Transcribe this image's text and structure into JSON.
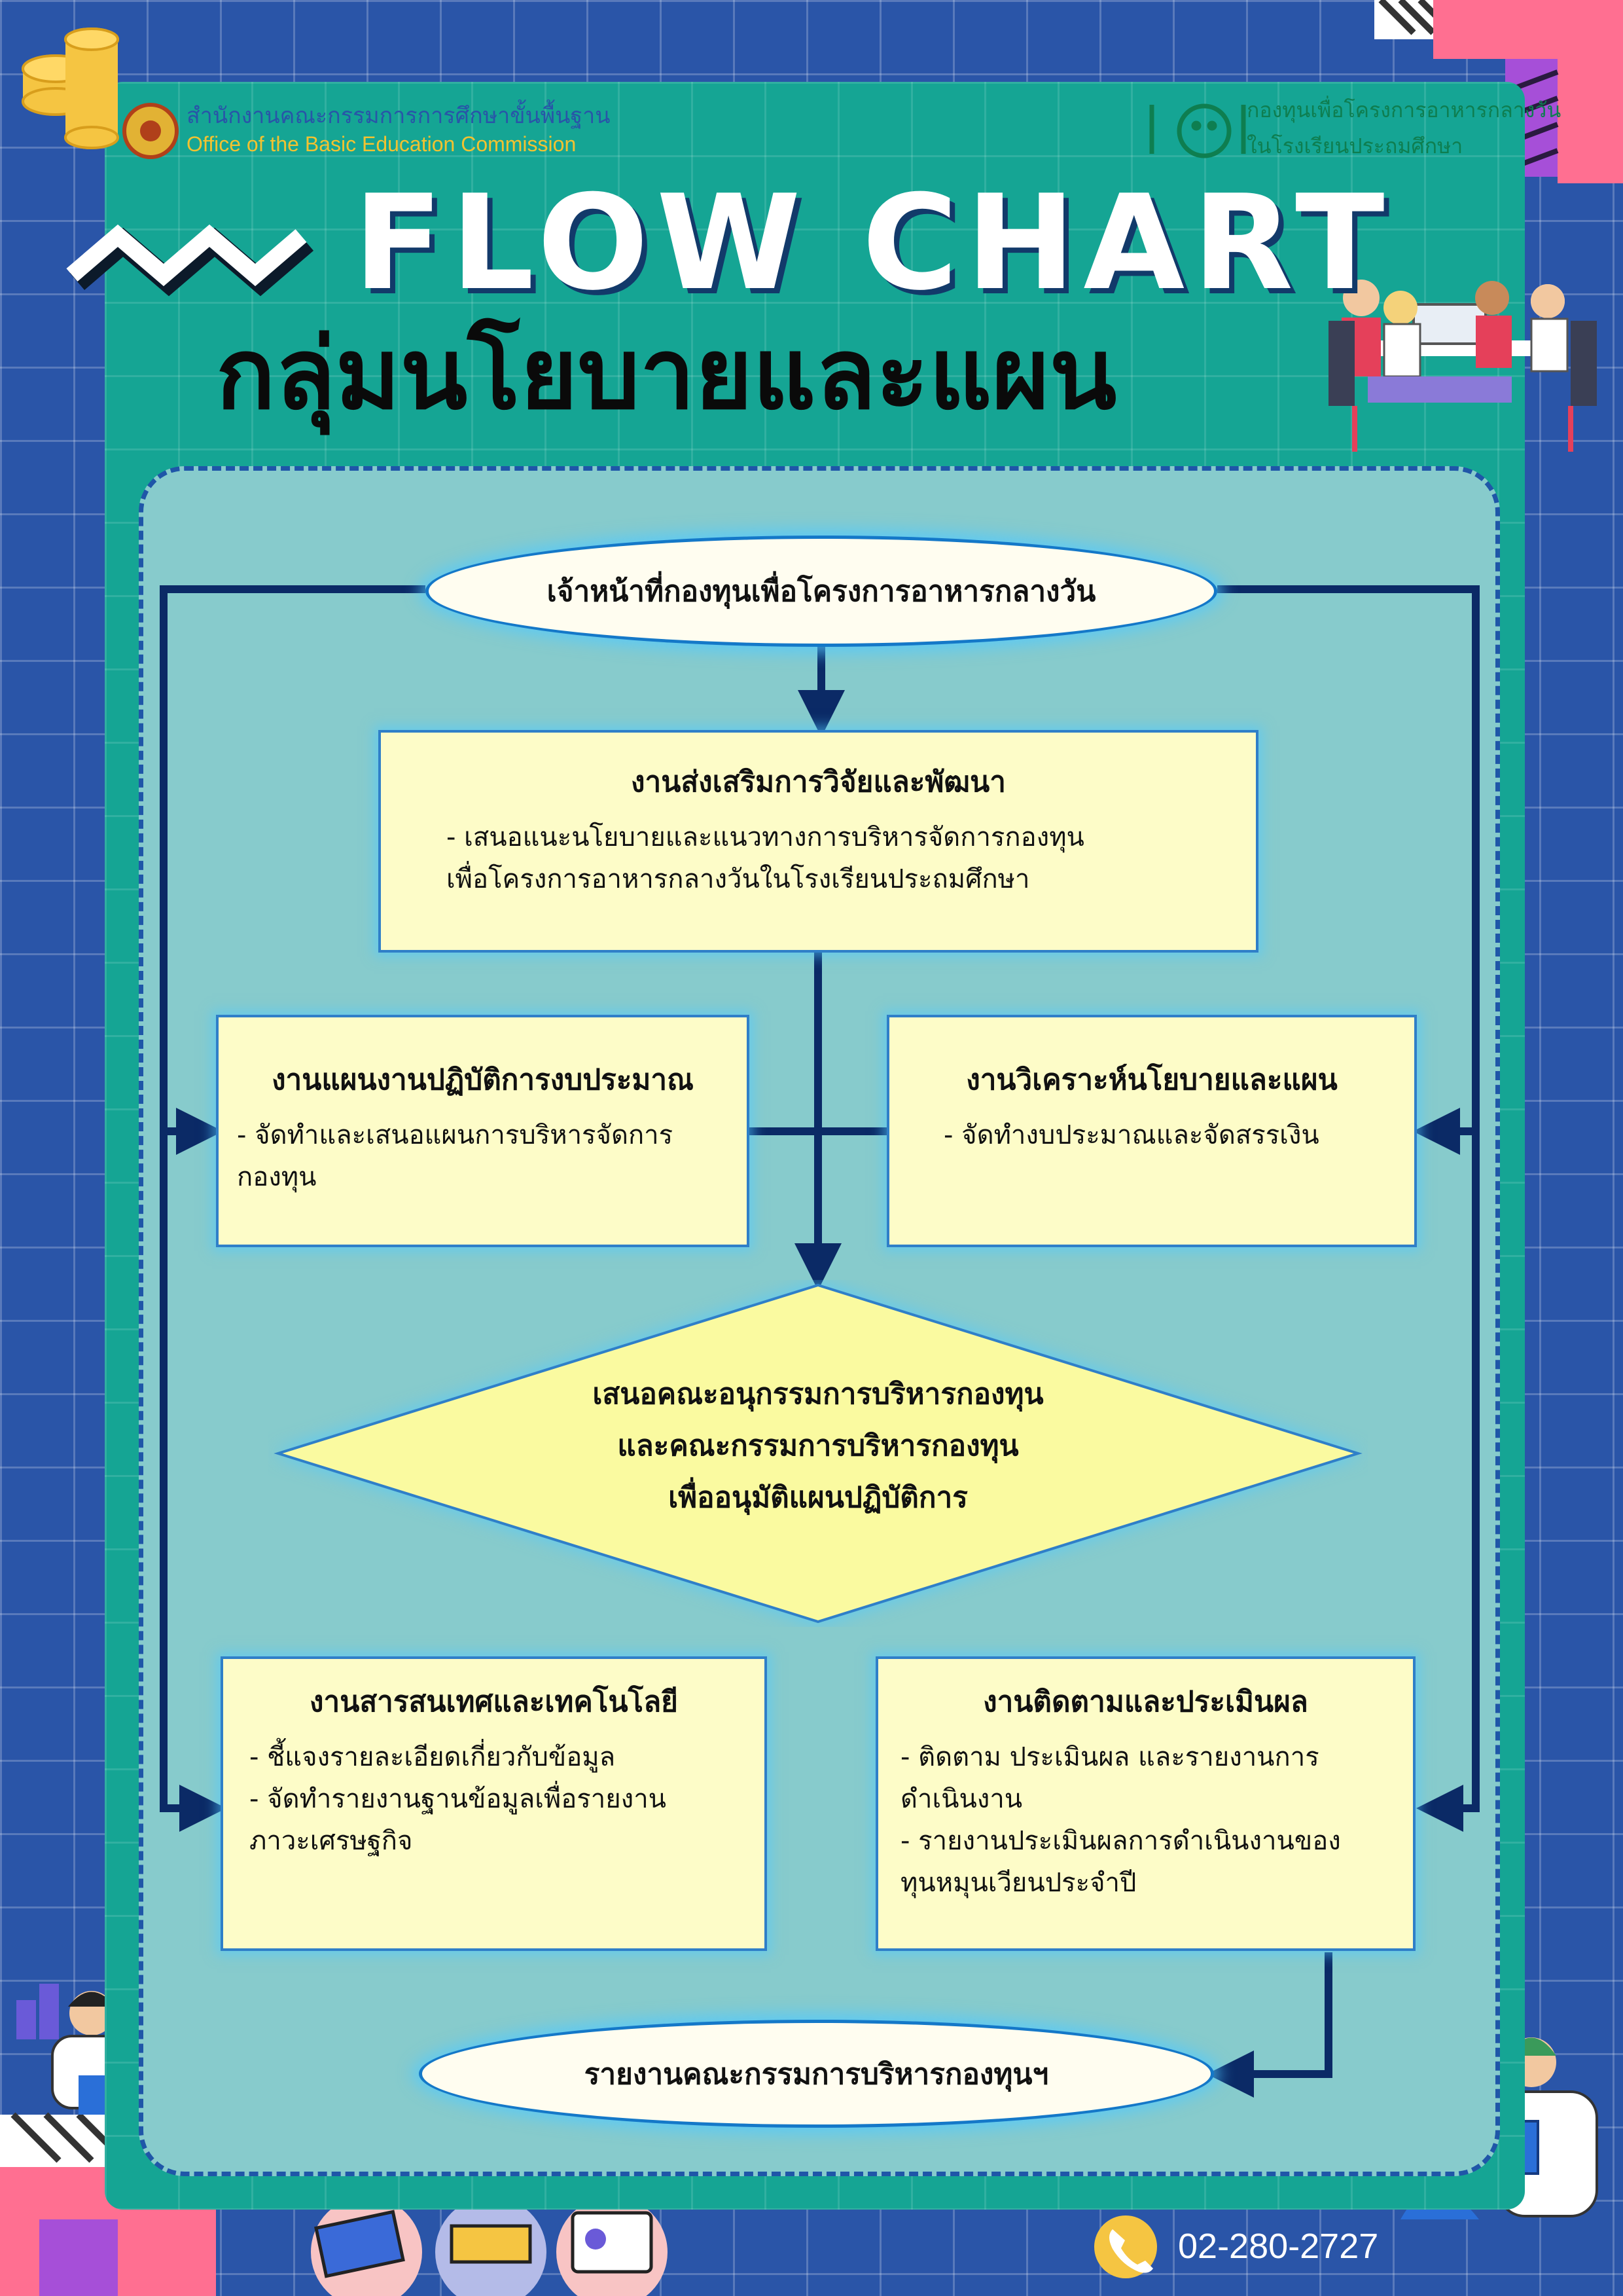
{
  "header": {
    "org_left_th": "สำนักงานคณะกรรมการการศึกษาขั้นพื้นฐาน",
    "org_left_en": "Office of the Basic Education Commission",
    "org_right_line1": "กองทุนเพื่อโครงการอาหารกลางวัน",
    "org_right_line2": "ในโรงเรียนประถมศึกษา",
    "title_en": "FLOW CHART",
    "title_th": "กลุ่มนโยบายและแผน"
  },
  "flow": {
    "start": "เจ้าหน้าที่กองทุนเพื่อโครงการอาหารกลางวัน",
    "research": {
      "title": "งานส่งเสริมการวิจัยและพัฒนา",
      "lines": [
        "- เสนอแนะนโยบายและแนวทางการบริหารจัดการกองทุน",
        "เพื่อโครงการอาหารกลางวันในโรงเรียนประถมศึกษา"
      ]
    },
    "budget": {
      "title": "งานแผนงานปฏิบัติการงบประมาณ",
      "lines": [
        "- จัดทำและเสนอแผนการบริหารจัดการ",
        "กองทุน"
      ]
    },
    "analysis": {
      "title": "งานวิเคราะห์นโยบายและแผน",
      "lines": [
        "- จัดทำงบประมาณและจัดสรรเงิน"
      ]
    },
    "decision": {
      "lines": [
        "เสนอคณะอนุกรรมการบริหารกองทุน",
        "และคณะกรรมการบริหารกองทุน",
        "เพื่ออนุมัติแผนปฏิบัติการ"
      ]
    },
    "it": {
      "title": "งานสารสนเทศและเทคโนโลยี",
      "lines": [
        "- ชี้แจงรายละเอียดเกี่ยวกับข้อมูล",
        "- จัดทำรายงานฐานข้อมูลเพื่อรายงาน",
        "ภาวะเศรษฐกิจ"
      ]
    },
    "monitor": {
      "title": "งานติดตามและประเมินผล",
      "lines": [
        "- ติดตาม ประเมินผล และรายงานการ",
        "ดำเนินงาน",
        "- รายงานประเมินผลการดำเนินงานของ",
        "ทุนหมุนเวียนประจำปี"
      ]
    },
    "end": "รายงานคณะกรรมการบริหารกองทุนฯ"
  },
  "footer": {
    "phone": "02-280-2727"
  },
  "colors": {
    "background": "#2a55a8",
    "panel": "#15a594",
    "inner": "#87cbcc",
    "box": "#fdfcc8",
    "line": "#0b2a66",
    "accent_pink": "#ff6f91"
  }
}
